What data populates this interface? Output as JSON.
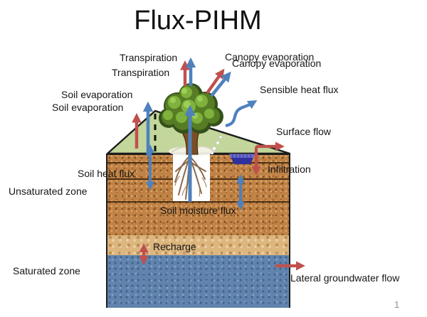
{
  "title": "Flux-PIHM",
  "page_number": "1",
  "labels": {
    "transpiration_1": "Transpiration",
    "transpiration_2": "Transpiration",
    "canopy_evaporation_1": "Canopy evaporation",
    "canopy_evaporation_2": "Canopy evaporation",
    "soil_evaporation_1": "Soil evaporation",
    "soil_evaporation_2": "Soil evaporation",
    "sensible_heat_flux": "Sensible heat flux",
    "surface_flow": "Surface flow",
    "soil_heat_flux": "Soil heat flux",
    "infiltration": "Infiltration",
    "unsaturated_zone": "Unsaturated zone",
    "soil_moisture_flux": "Soil moisture flux",
    "recharge": "Recharge",
    "saturated_zone": "Saturated zone",
    "lateral_groundwater_flow": "Lateral groundwater flow"
  },
  "colors": {
    "arrow_red": "#c0504d",
    "arrow_blue": "#4f81bd",
    "hill_green": "#c3d69b",
    "soil_brown": "#c08245",
    "recharge_tan": "#dcb67e",
    "saturated_blue": "#6084ad",
    "pond_blue": "#30309e",
    "outline_black": "#1d1d1d"
  },
  "arrows": {
    "transpiration": {
      "colors": [
        "#c0504d",
        "#4f81bd"
      ],
      "direction": "up"
    },
    "canopy_evaporation": {
      "colors": [
        "#c0504d",
        "#4f81bd"
      ],
      "direction": "up-right"
    },
    "soil_evaporation": {
      "colors": [
        "#c0504d",
        "#4f81bd"
      ],
      "direction": "up"
    },
    "sensible_heat_flux": {
      "colors": [
        "#4f81bd"
      ],
      "direction": "curved-up-right"
    },
    "surface_flow": {
      "colors": [
        "#c0504d"
      ],
      "direction": "up-then-right"
    },
    "infiltration": {
      "colors": [
        "#c0504d"
      ],
      "direction": "down"
    },
    "soil_heat_flux": {
      "colors": [
        "#4f81bd"
      ],
      "direction": "double-vertical"
    },
    "soil_moisture_flux": {
      "colors": [
        "#4f81bd"
      ],
      "direction": "double-vertical"
    },
    "recharge": {
      "colors": [
        "#c0504d"
      ],
      "direction": "double-vertical"
    },
    "lateral_groundwater_flow": {
      "colors": [
        "#c0504d"
      ],
      "direction": "right"
    },
    "tree_water_uptake": {
      "colors": [
        "#4f81bd"
      ],
      "direction": "up"
    }
  }
}
